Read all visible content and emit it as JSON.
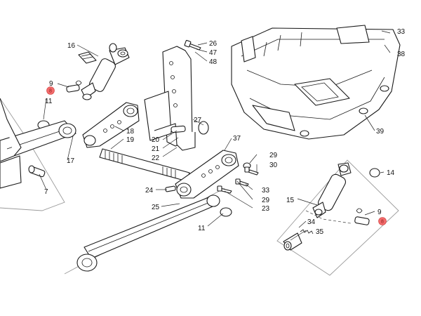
{
  "callouts": {
    "c16": "16",
    "c9a": "9",
    "c9b": "9",
    "c11a": "11",
    "c11b": "11",
    "c17": "17",
    "c7": "7",
    "c18": "18",
    "c19": "19",
    "c20": "20",
    "c21": "21",
    "c22": "22",
    "c27": "27",
    "c26": "26",
    "c47": "47",
    "c48": "48",
    "c33a": "33",
    "c38": "38",
    "c39": "39",
    "c37": "37",
    "c29a": "29",
    "c30": "30",
    "c33b": "33",
    "c29b": "29",
    "c23": "23",
    "c24": "24",
    "c25": "25",
    "c14": "14",
    "c15": "15",
    "c34": "34",
    "c35": "35"
  },
  "markers": {
    "left": "8",
    "right": "8"
  },
  "colors": {
    "line": "#1a1a1a",
    "marker": "#f26b6b",
    "group_outline": "#9a9a9a"
  }
}
